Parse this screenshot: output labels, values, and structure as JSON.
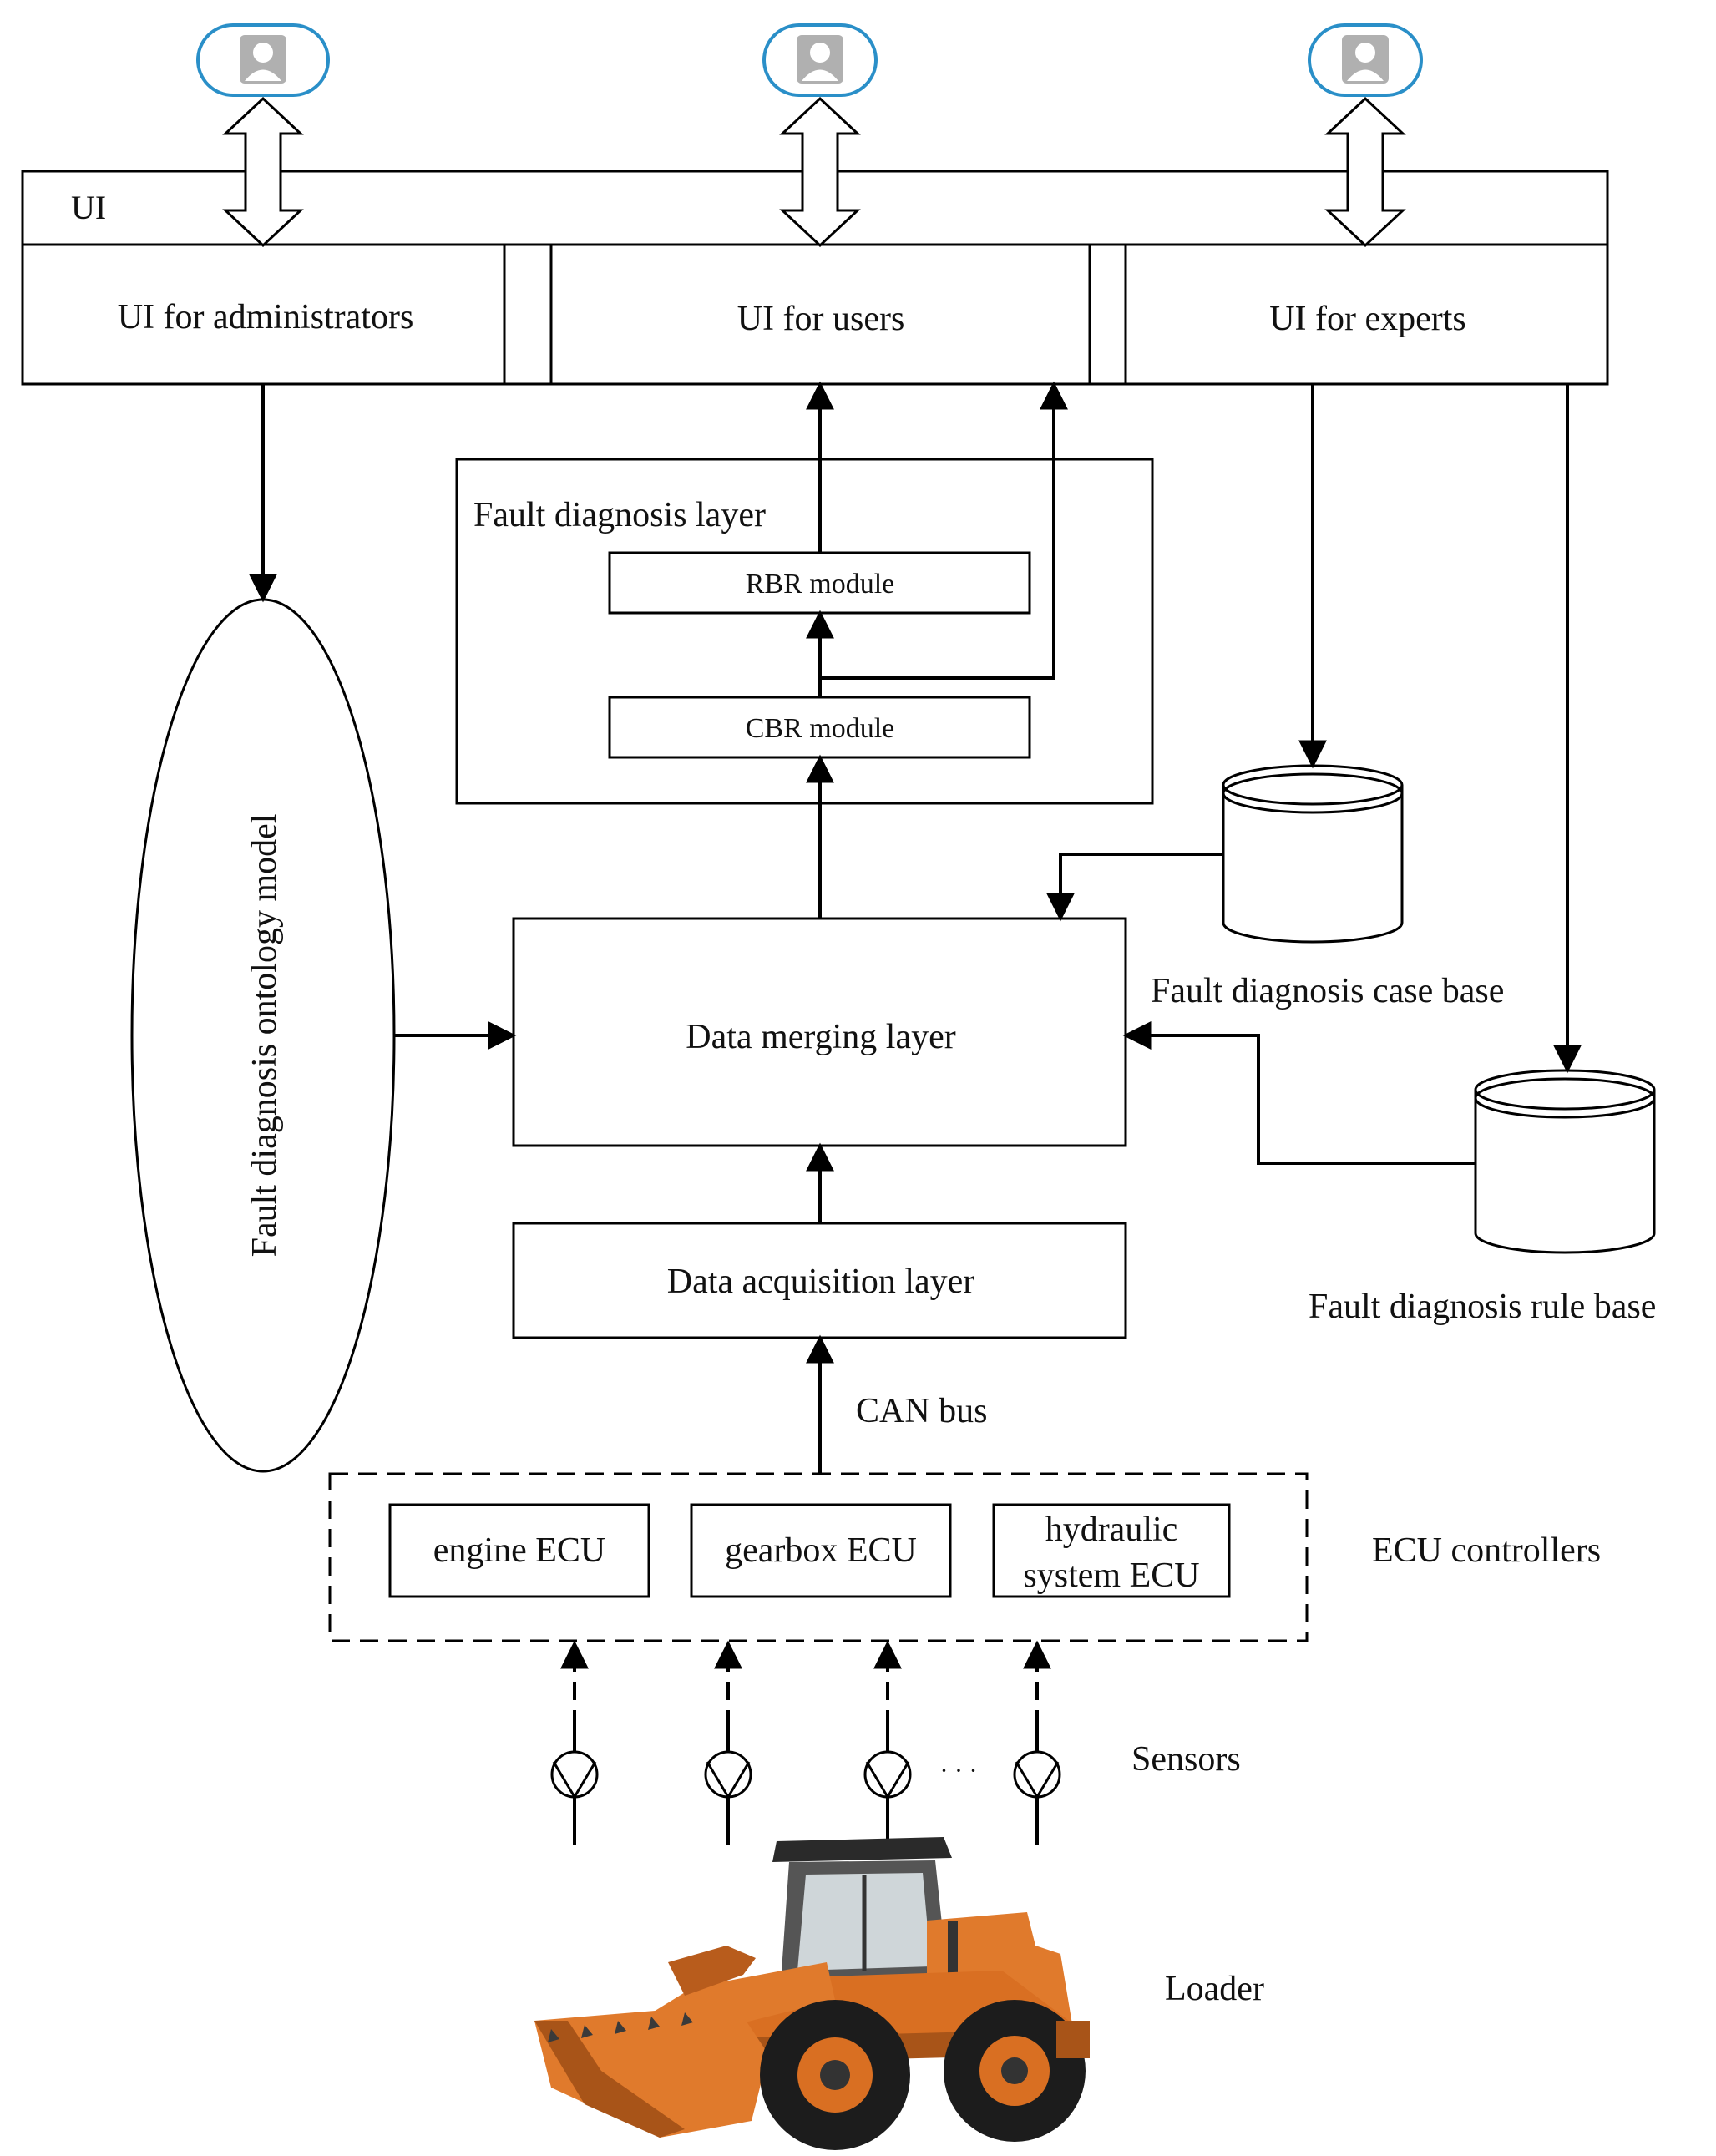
{
  "ui": {
    "label": "UI",
    "admin": "UI for administrators",
    "users": "UI for users",
    "experts": "UI for experts"
  },
  "actors": [
    {
      "icon": "user-icon"
    },
    {
      "icon": "user-icon"
    },
    {
      "icon": "user-icon"
    }
  ],
  "fault_layer": {
    "title": "Fault diagnosis layer",
    "rbr": "RBR module",
    "cbr": "CBR module"
  },
  "ontology": "Fault diagnosis ontology model",
  "data_merging": "Data merging layer",
  "data_acquisition": "Data acquisition layer",
  "can_bus": "CAN bus",
  "case_base": "Fault diagnosis case base",
  "rule_base": "Fault diagnosis rule base",
  "ecu": {
    "engine": "engine ECU",
    "gearbox": "gearbox ECU",
    "hydraulic_line1": "hydraulic",
    "hydraulic_line2": "system ECU",
    "group_label": "ECU controllers"
  },
  "sensors": {
    "label": "Sensors",
    "ellipsis": "· · ·"
  },
  "loader": {
    "label": "Loader",
    "body_color": "#e07a2c",
    "tire_color": "#1c1c1c"
  },
  "colors": {
    "line": "#000000",
    "actor_border": "#2a8fc8",
    "actor_icon": "#b0b0b0"
  }
}
